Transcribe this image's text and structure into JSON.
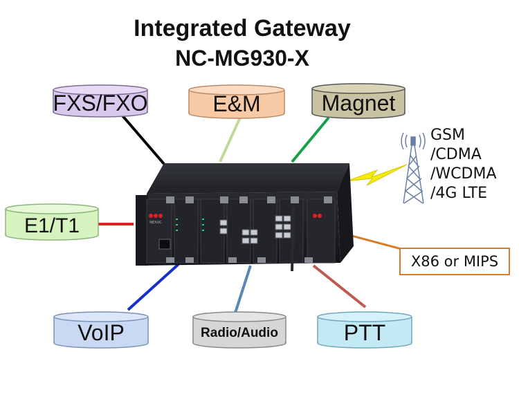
{
  "title": {
    "line1": "Integrated Gateway",
    "line2": "NC-MG930-X"
  },
  "interfaces": {
    "fxs_fxo": "FXS/FXO",
    "em": "E&M",
    "magnet": "Magnet",
    "e1t1": "E1/T1",
    "voip": "VoIP",
    "radio_audio": "Radio/Audio",
    "ptt": "PTT"
  },
  "wireless": {
    "lines": [
      "GSM",
      "/CDMA",
      "/WCDMA",
      "/4G LTE"
    ]
  },
  "cpu_box": "X86 or MIPS",
  "colors": {
    "fxs_fxo": "#d9c8ee",
    "em": "#f7c9a4",
    "magnet": "#c9c3a3",
    "e1t1": "#d6f2bf",
    "voip": "#c9d9f3",
    "radio_audio": "#d6d6d6",
    "ptt": "#c3e9f5",
    "line_black": "#000000",
    "line_lightgreen": "#c3d99a",
    "line_green": "#16a04a",
    "line_red": "#e0201a",
    "line_orange": "#d67d2a",
    "line_blue": "#1530c8",
    "line_steel": "#5b86b5",
    "line_brown": "#c05a50",
    "lightning": "#f5ea10"
  },
  "device": {
    "brand": "NEXUC"
  }
}
